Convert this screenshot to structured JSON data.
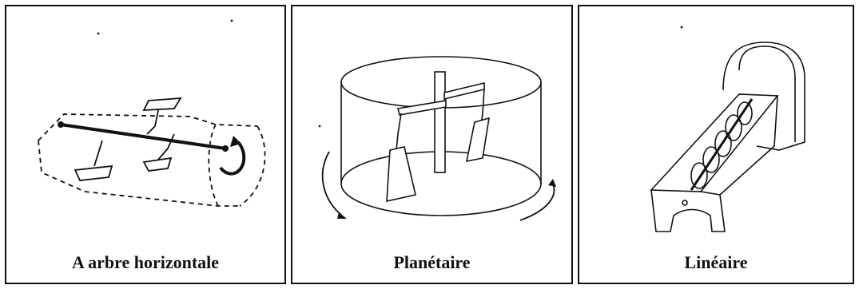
{
  "panels": [
    {
      "id": "horizontal",
      "caption": "A arbre horizontale"
    },
    {
      "id": "planetary",
      "caption": "Planétaire"
    },
    {
      "id": "linear",
      "caption": "Linéaire"
    }
  ]
}
